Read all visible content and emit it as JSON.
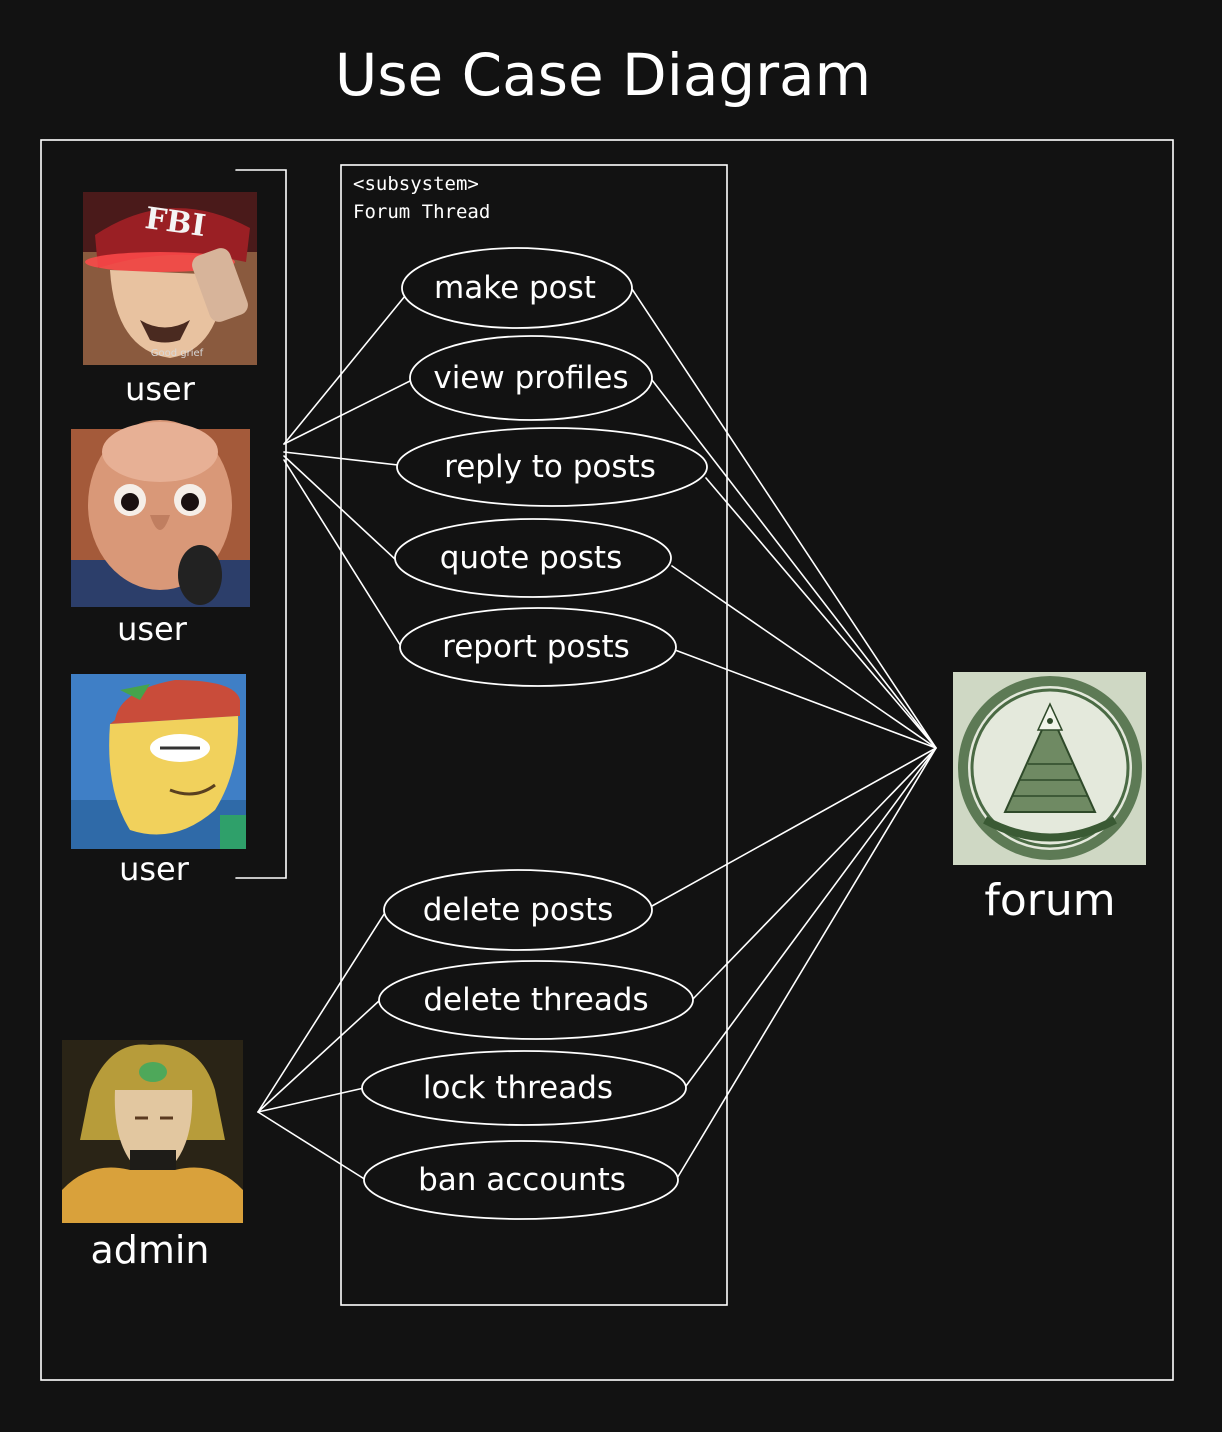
{
  "title": "Use Case Diagram",
  "subsystem": {
    "stereotype": "<subsystem>",
    "name": "Forum Thread"
  },
  "actors": {
    "user1": {
      "label": "user",
      "picture": "fbi-cap-character-portrait"
    },
    "user2": {
      "label": "user",
      "picture": "bald-man-portrait"
    },
    "user3": {
      "label": "user",
      "picture": "cartoon-man-red-cap-portrait"
    },
    "admin": {
      "label": "admin",
      "picture": "blond-villain-portrait"
    },
    "forum": {
      "label": "forum",
      "picture": "dollar-bill-pyramid-seal"
    }
  },
  "use_cases": {
    "make_post": "make post",
    "view_profiles": "view profiles",
    "reply_to_posts": "reply to posts",
    "quote_posts": "quote posts",
    "report_posts": "report posts",
    "delete_posts": "delete posts",
    "delete_threads": "delete threads",
    "lock_threads": "lock threads",
    "ban_accounts": "ban accounts"
  },
  "image_text": {
    "fbi_cap": "FBI",
    "caption": "Good grief"
  },
  "colors": {
    "background": "#121212",
    "stroke": "#ffffff"
  }
}
